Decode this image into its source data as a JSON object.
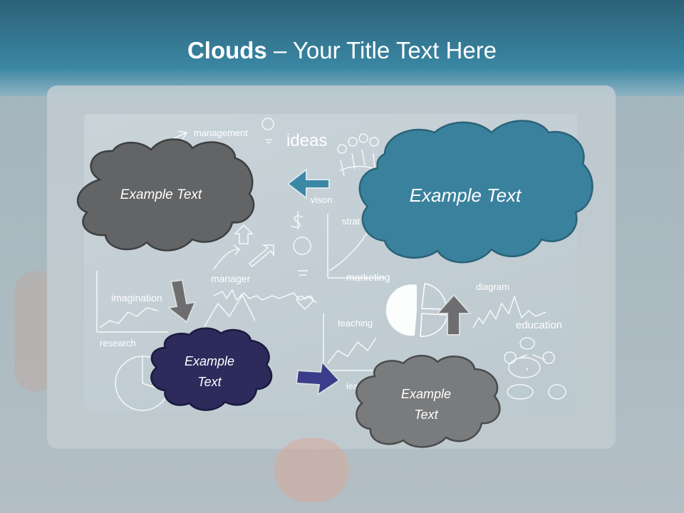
{
  "slide": {
    "title_bold": "Clouds",
    "title_rest": " – Your Title Text Here"
  },
  "clouds": {
    "gray_large": "Example Text",
    "blue": "Example Text",
    "navy": "Example\nText",
    "gray_small": "Example\nText"
  },
  "background_words": {
    "management": "management",
    "ideas": "ideas",
    "vison": "vison",
    "strategy": "strat",
    "manager": "manager",
    "marketing": "marketing",
    "imagination": "imagination",
    "research": "research",
    "teaching": "teaching",
    "diagram": "diagram",
    "education": "education",
    "leader": "leader"
  },
  "colors": {
    "header": "#2f6f88",
    "cloud_dark_gray": "#636466",
    "cloud_blue": "#3a819d",
    "cloud_navy": "#2c2b5c",
    "cloud_mid_gray": "#7a7b7d",
    "arrow_blue": "#3b88a6",
    "arrow_gray": "#6e6e70",
    "arrow_navy": "#3a3d8a"
  }
}
